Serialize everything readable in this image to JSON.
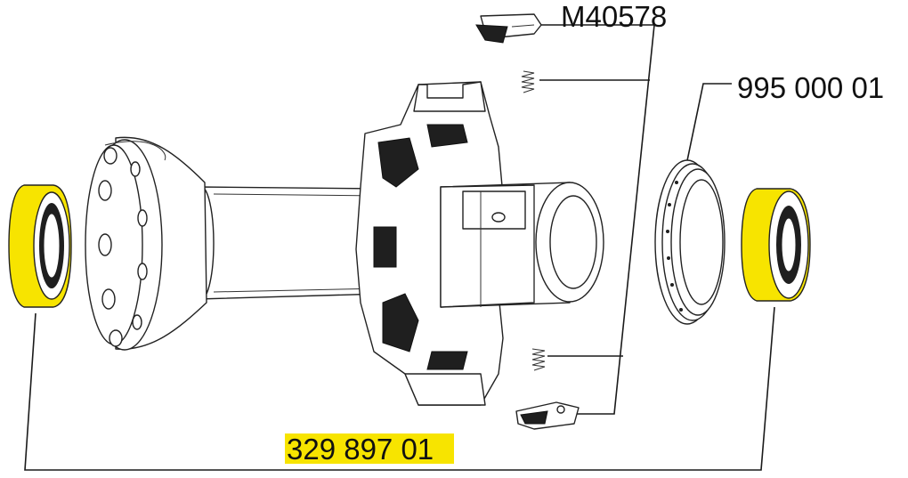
{
  "parts": {
    "pawl_spring_kit": {
      "number": "M40578"
    },
    "freehub_seal": {
      "number": "995 000 01"
    },
    "bearing_kit": {
      "number": "329 897 01"
    }
  },
  "colors": {
    "highlight": "#f7e400",
    "line": "#1a1a1a",
    "background": "#ffffff"
  },
  "icons": [
    "hub-body-icon",
    "freehub-driver-icon",
    "bearing-icon",
    "seal-ring-icon",
    "pawl-icon",
    "spring-icon"
  ]
}
